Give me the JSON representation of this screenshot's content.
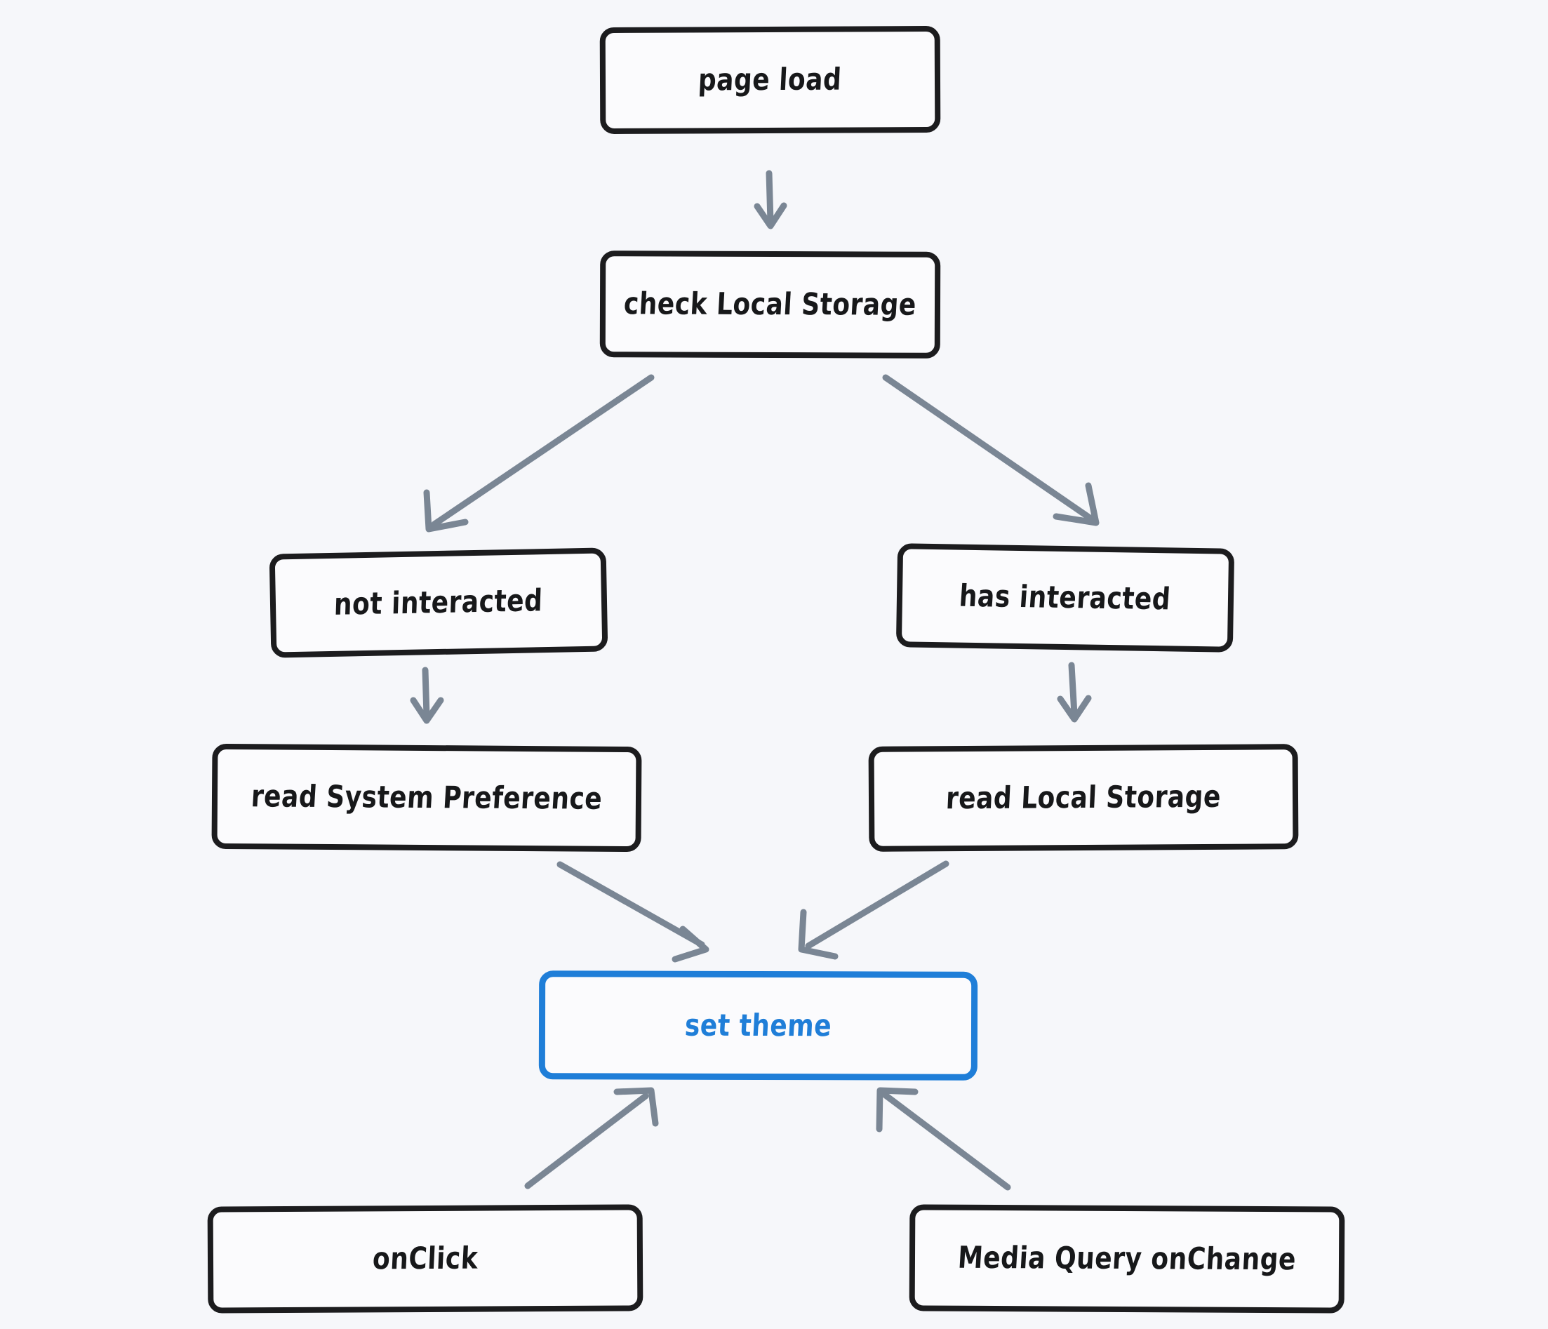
{
  "diagram": {
    "title": "theme resolution flowchart",
    "background_color": "#f6f7fa",
    "node_border_color": "#1c1c1e",
    "node_fill_color": "#fbfbfd",
    "accent_color": "#1f7ed8",
    "edge_color": "#7a8694",
    "style": "hand-drawn"
  },
  "nodes": {
    "page_load": {
      "label": "page load",
      "highlighted": false
    },
    "check_local_storage": {
      "label": "check Local Storage",
      "highlighted": false
    },
    "not_interacted": {
      "label": "not interacted",
      "highlighted": false
    },
    "has_interacted": {
      "label": "has interacted",
      "highlighted": false
    },
    "read_system_preference": {
      "label": "read System Preference",
      "highlighted": false
    },
    "read_local_storage": {
      "label": "read Local Storage",
      "highlighted": false
    },
    "set_theme": {
      "label": "set theme",
      "highlighted": true
    },
    "on_click": {
      "label": "onClick",
      "highlighted": false
    },
    "media_query_on_change": {
      "label": "Media Query onChange",
      "highlighted": false
    }
  },
  "edges": [
    {
      "from": "page_load",
      "to": "check_local_storage",
      "direction": "down"
    },
    {
      "from": "check_local_storage",
      "to": "not_interacted",
      "direction": "down-left"
    },
    {
      "from": "check_local_storage",
      "to": "has_interacted",
      "direction": "down-right"
    },
    {
      "from": "not_interacted",
      "to": "read_system_preference",
      "direction": "down"
    },
    {
      "from": "has_interacted",
      "to": "read_local_storage",
      "direction": "down"
    },
    {
      "from": "read_system_preference",
      "to": "set_theme",
      "direction": "down-right"
    },
    {
      "from": "read_local_storage",
      "to": "set_theme",
      "direction": "down-left"
    },
    {
      "from": "on_click",
      "to": "set_theme",
      "direction": "up-right"
    },
    {
      "from": "media_query_on_change",
      "to": "set_theme",
      "direction": "up-left"
    }
  ]
}
